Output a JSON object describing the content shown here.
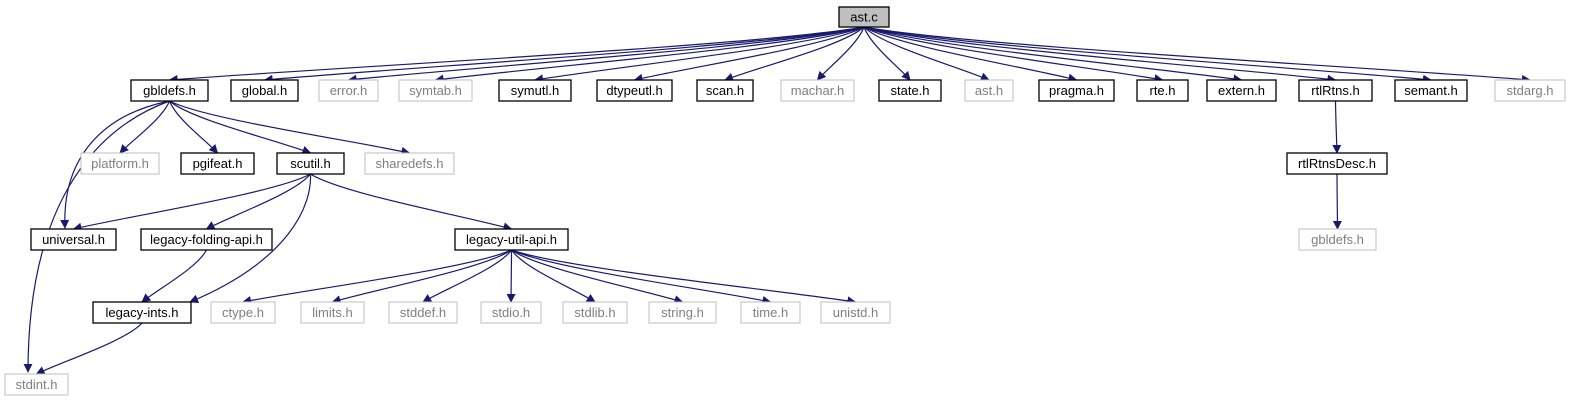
{
  "graph": {
    "root": "ast.c",
    "colors": {
      "edge": "#191970",
      "root_fill": "#bfbfbf",
      "node_border": "#000000",
      "external_border": "#bfbfbf",
      "external_text": "#7f7f7f",
      "node_text": "#000000"
    },
    "nodes": [
      {
        "id": "ast_c",
        "label": "ast.c",
        "kind": "root"
      },
      {
        "id": "gbldefs_h",
        "label": "gbldefs.h",
        "kind": "local"
      },
      {
        "id": "global_h",
        "label": "global.h",
        "kind": "local"
      },
      {
        "id": "error_h",
        "label": "error.h",
        "kind": "external"
      },
      {
        "id": "symtab_h",
        "label": "symtab.h",
        "kind": "external"
      },
      {
        "id": "symutl_h",
        "label": "symutl.h",
        "kind": "local"
      },
      {
        "id": "dtypeutl_h",
        "label": "dtypeutl.h",
        "kind": "local"
      },
      {
        "id": "scan_h",
        "label": "scan.h",
        "kind": "local"
      },
      {
        "id": "machar_h",
        "label": "machar.h",
        "kind": "external"
      },
      {
        "id": "state_h",
        "label": "state.h",
        "kind": "local"
      },
      {
        "id": "ast_h",
        "label": "ast.h",
        "kind": "external"
      },
      {
        "id": "pragma_h",
        "label": "pragma.h",
        "kind": "local"
      },
      {
        "id": "rte_h",
        "label": "rte.h",
        "kind": "local"
      },
      {
        "id": "extern_h",
        "label": "extern.h",
        "kind": "local"
      },
      {
        "id": "rtlRtns_h",
        "label": "rtlRtns.h",
        "kind": "local"
      },
      {
        "id": "semant_h",
        "label": "semant.h",
        "kind": "local"
      },
      {
        "id": "stdarg_h",
        "label": "stdarg.h",
        "kind": "external"
      },
      {
        "id": "platform_h",
        "label": "platform.h",
        "kind": "external"
      },
      {
        "id": "pgifeat_h",
        "label": "pgifeat.h",
        "kind": "local"
      },
      {
        "id": "scutil_h",
        "label": "scutil.h",
        "kind": "local"
      },
      {
        "id": "sharedefs_h",
        "label": "sharedefs.h",
        "kind": "external"
      },
      {
        "id": "rtlRtnsDesc_h",
        "label": "rtlRtnsDesc.h",
        "kind": "local"
      },
      {
        "id": "universal_h",
        "label": "universal.h",
        "kind": "local"
      },
      {
        "id": "legacy_folding_api_h",
        "label": "legacy-folding-api.h",
        "kind": "local"
      },
      {
        "id": "legacy_util_api_h",
        "label": "legacy-util-api.h",
        "kind": "local"
      },
      {
        "id": "gbldefs_h_2",
        "label": "gbldefs.h",
        "kind": "external"
      },
      {
        "id": "legacy_ints_h",
        "label": "legacy-ints.h",
        "kind": "local"
      },
      {
        "id": "ctype_h",
        "label": "ctype.h",
        "kind": "external"
      },
      {
        "id": "limits_h",
        "label": "limits.h",
        "kind": "external"
      },
      {
        "id": "stddef_h",
        "label": "stddef.h",
        "kind": "external"
      },
      {
        "id": "stdio_h",
        "label": "stdio.h",
        "kind": "external"
      },
      {
        "id": "stdlib_h",
        "label": "stdlib.h",
        "kind": "external"
      },
      {
        "id": "string_h",
        "label": "string.h",
        "kind": "external"
      },
      {
        "id": "time_h",
        "label": "time.h",
        "kind": "external"
      },
      {
        "id": "unistd_h",
        "label": "unistd.h",
        "kind": "external"
      },
      {
        "id": "stdint_h",
        "label": "stdint.h",
        "kind": "external"
      }
    ],
    "edges": [
      [
        "ast_c",
        "gbldefs_h"
      ],
      [
        "ast_c",
        "global_h"
      ],
      [
        "ast_c",
        "error_h"
      ],
      [
        "ast_c",
        "symtab_h"
      ],
      [
        "ast_c",
        "symutl_h"
      ],
      [
        "ast_c",
        "dtypeutl_h"
      ],
      [
        "ast_c",
        "scan_h"
      ],
      [
        "ast_c",
        "machar_h"
      ],
      [
        "ast_c",
        "state_h"
      ],
      [
        "ast_c",
        "ast_h"
      ],
      [
        "ast_c",
        "pragma_h"
      ],
      [
        "ast_c",
        "rte_h"
      ],
      [
        "ast_c",
        "extern_h"
      ],
      [
        "ast_c",
        "rtlRtns_h"
      ],
      [
        "ast_c",
        "semant_h"
      ],
      [
        "ast_c",
        "stdarg_h"
      ],
      [
        "gbldefs_h",
        "platform_h"
      ],
      [
        "gbldefs_h",
        "pgifeat_h"
      ],
      [
        "gbldefs_h",
        "scutil_h"
      ],
      [
        "gbldefs_h",
        "sharedefs_h"
      ],
      [
        "gbldefs_h",
        "universal_h"
      ],
      [
        "gbldefs_h",
        "stdint_h"
      ],
      [
        "scutil_h",
        "universal_h"
      ],
      [
        "scutil_h",
        "legacy_folding_api_h"
      ],
      [
        "scutil_h",
        "legacy_util_api_h"
      ],
      [
        "scutil_h",
        "legacy_ints_h"
      ],
      [
        "legacy_folding_api_h",
        "legacy_ints_h"
      ],
      [
        "legacy_ints_h",
        "stdint_h"
      ],
      [
        "legacy_util_api_h",
        "ctype_h"
      ],
      [
        "legacy_util_api_h",
        "limits_h"
      ],
      [
        "legacy_util_api_h",
        "stddef_h"
      ],
      [
        "legacy_util_api_h",
        "stdio_h"
      ],
      [
        "legacy_util_api_h",
        "stdlib_h"
      ],
      [
        "legacy_util_api_h",
        "string_h"
      ],
      [
        "legacy_util_api_h",
        "time_h"
      ],
      [
        "legacy_util_api_h",
        "unistd_h"
      ],
      [
        "rtlRtns_h",
        "rtlRtnsDesc_h"
      ],
      [
        "rtlRtnsDesc_h",
        "gbldefs_h_2"
      ]
    ]
  }
}
